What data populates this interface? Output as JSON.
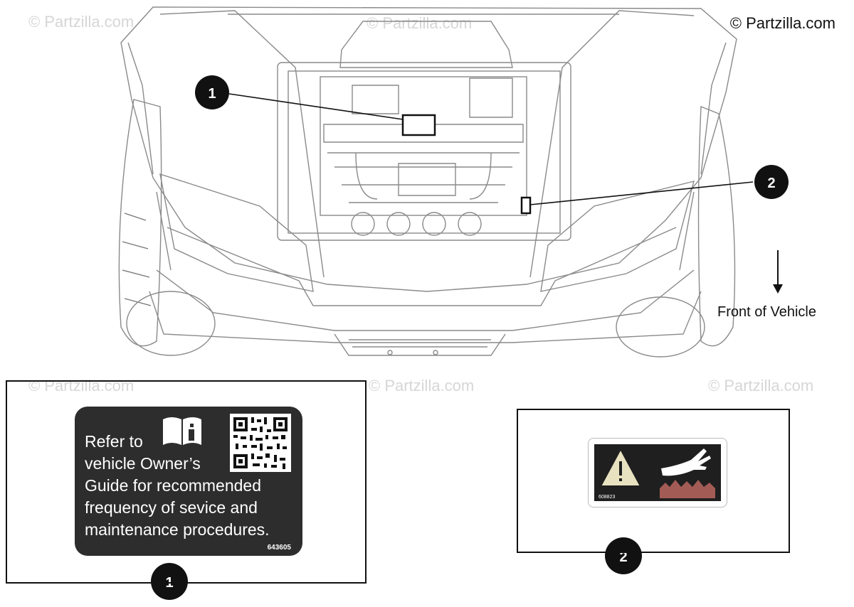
{
  "copyright": "© Partzilla.com",
  "watermarks": [
    "© Partzilla.com",
    "© Partzilla.com",
    "© Partzilla.com",
    "© Partzilla.com",
    "© Partzilla.com"
  ],
  "front_label": "Front of Vehicle",
  "callouts": [
    "1",
    "2"
  ],
  "decal1": {
    "lines": [
      "Refer to",
      "vehicle Owner’s",
      "Guide for recommended",
      "frequency of sevice and",
      "maintenance procedures."
    ],
    "part_number": "643605",
    "icon": "owners-manual-icon",
    "qr": "qr-code"
  },
  "decal2": {
    "part_number": "608823",
    "icons": [
      "warning-triangle-icon",
      "hand-hazard-icon"
    ],
    "colors": {
      "panel": "#1f1f1f",
      "triangle": "#e8e2c0",
      "hazard": "#a35b55"
    }
  }
}
